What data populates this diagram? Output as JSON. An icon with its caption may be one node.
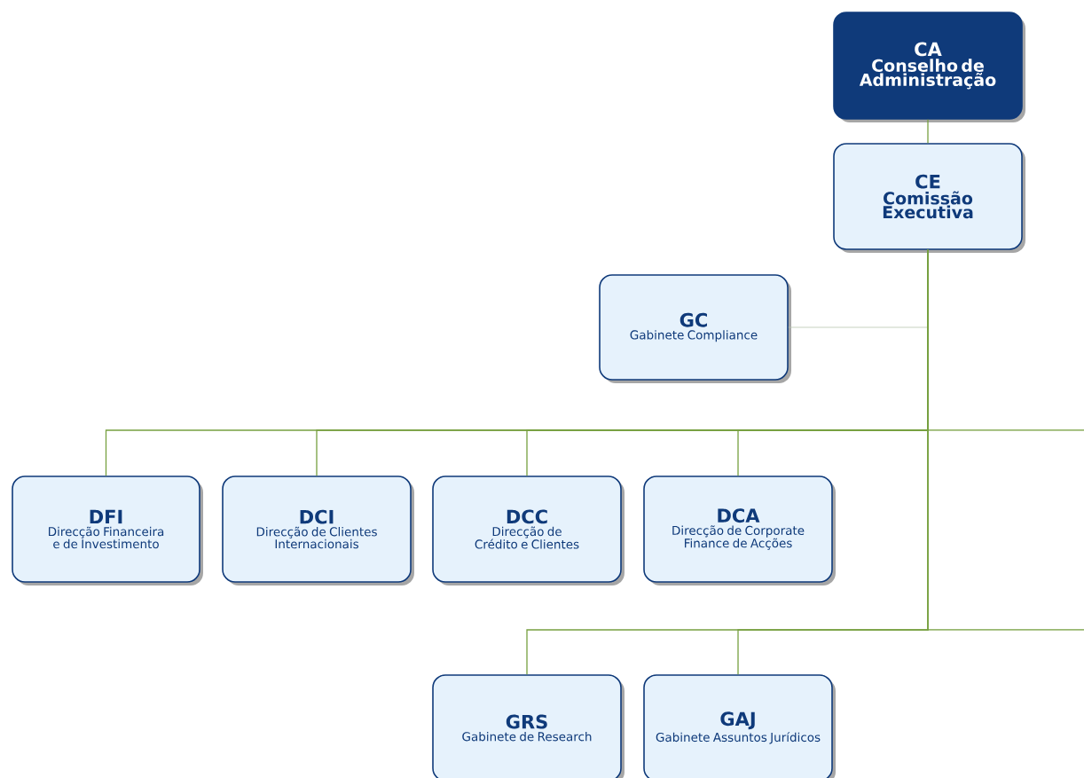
{
  "diagram": {
    "nodes": [
      {
        "text": [
          "CA",
          "Conselho de Administração"
        ]
      },
      {
        "text": [
          "CE",
          "Comissão Executiva"
        ]
      },
      {
        "text": [
          "GC",
          "Gabinete Compliance"
        ]
      },
      {
        "text": [
          "DFI",
          "Direcção Financeira e de Investimento"
        ]
      },
      {
        "text": [
          "DCI",
          "Direcção de Clientes Internacionais"
        ]
      },
      {
        "text": [
          "DCC",
          "Direcção de Crédito e Clientes"
        ]
      },
      {
        "text": [
          "DCA",
          "Direcção de Corporate Finance de Acções"
        ]
      },
      {
        "text": [
          "GRS",
          "Gabinete de Research"
        ]
      },
      {
        "text": [
          "GAJ",
          "Gabinete Assuntos Jurídicos"
        ]
      }
    ],
    "edges": [
      {
        "from": 0,
        "to": 1,
        "arrow": "none"
      },
      {
        "from": 1,
        "to": 2,
        "arrow": "none",
        "color": "#b8c8b0"
      },
      {
        "from": 1,
        "to": 3,
        "arrow": "none"
      },
      {
        "from": 1,
        "to": 4,
        "arrow": "none"
      },
      {
        "from": 1,
        "to": 5,
        "arrow": "none"
      },
      {
        "from": 1,
        "to": 6,
        "arrow": "none"
      },
      {
        "from": 1,
        "to": null,
        "arrow": "none"
      },
      {
        "from": 1,
        "to": 7,
        "arrow": "none"
      },
      {
        "from": 1,
        "to": 8,
        "arrow": "none"
      },
      {
        "from": 1,
        "to": null,
        "arrow": "none"
      }
    ]
  }
}
